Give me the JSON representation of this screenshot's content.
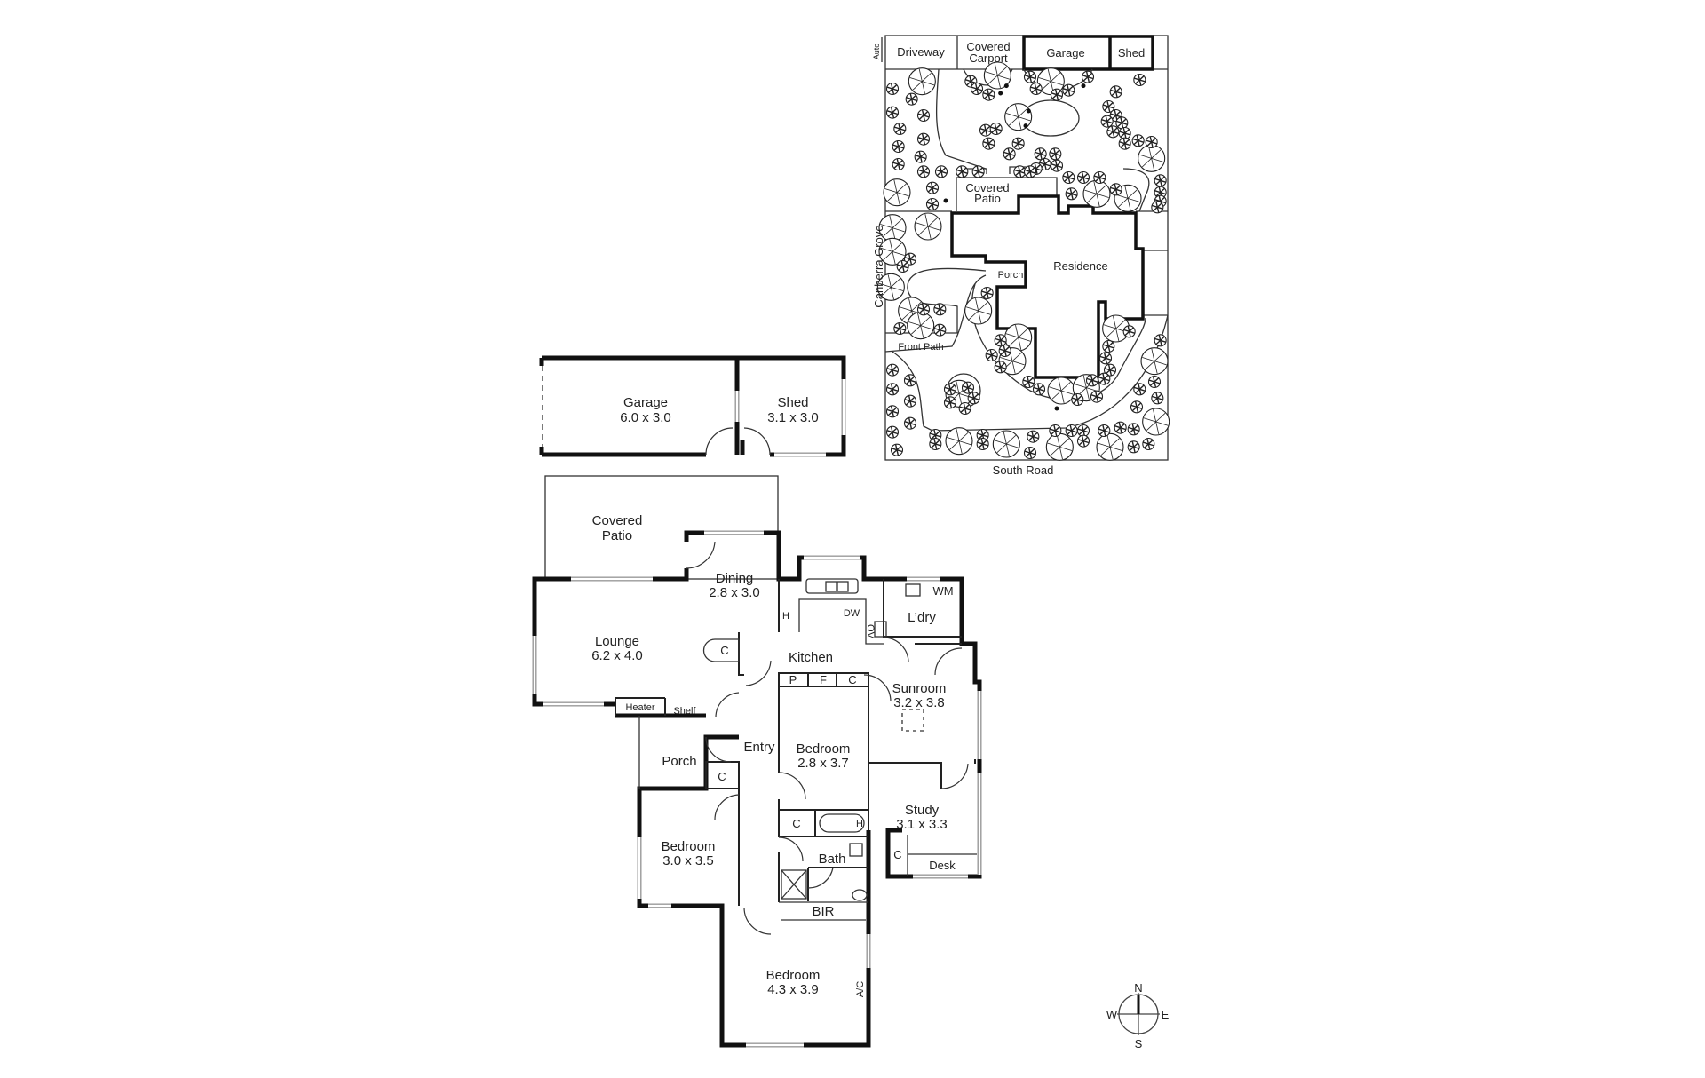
{
  "floor_plan": {
    "rooms": {
      "garage": {
        "name": "Garage",
        "size": "6.0 x 3.0"
      },
      "shed": {
        "name": "Shed",
        "size": "3.1 x 3.0"
      },
      "covered_patio": {
        "line1": "Covered",
        "line2": "Patio"
      },
      "dining": {
        "name": "Dining",
        "size": "2.8 x 3.0"
      },
      "lounge": {
        "name": "Lounge",
        "size": "6.2 x 4.0"
      },
      "kitchen": {
        "name": "Kitchen"
      },
      "laundry": {
        "name": "L’dry"
      },
      "sunroom": {
        "name": "Sunroom",
        "size": "3.2 x 3.8"
      },
      "entry": {
        "name": "Entry"
      },
      "porch": {
        "name": "Porch"
      },
      "bedroom_2": {
        "name": "Bedroom",
        "size": "2.8 x 3.7"
      },
      "study": {
        "name": "Study",
        "size": "3.1 x 3.3"
      },
      "bedroom_3": {
        "name": "Bedroom",
        "size": "3.0 x 3.5"
      },
      "bath": {
        "name": "Bath"
      },
      "bir": {
        "name": "BIR"
      },
      "bedroom_main": {
        "name": "Bedroom",
        "size": "4.3 x 3.9"
      }
    },
    "fixtures": {
      "heater": "Heater",
      "shelf": "Shelf",
      "cupboard": "C",
      "pantry": "P",
      "fridge": "F",
      "washing_machine": "WM",
      "dishwasher": "DW",
      "oven": "OV",
      "heater_short": "H",
      "desk": "Desk",
      "air_conditioner": "A/C"
    }
  },
  "site_plan": {
    "driveway": "Driveway",
    "carport_line1": "Covered",
    "carport_line2": "Carport",
    "garage": "Garage",
    "shed": "Shed",
    "auto": "Auto",
    "patio_line1": "Covered",
    "patio_line2": "Patio",
    "residence": "Residence",
    "porch": "Porch",
    "front_path": "Front Path",
    "street_west": "Canberra Grove",
    "street_south": "South Road"
  },
  "compass": {
    "n": "N",
    "s": "S",
    "e": "E",
    "w": "W"
  }
}
